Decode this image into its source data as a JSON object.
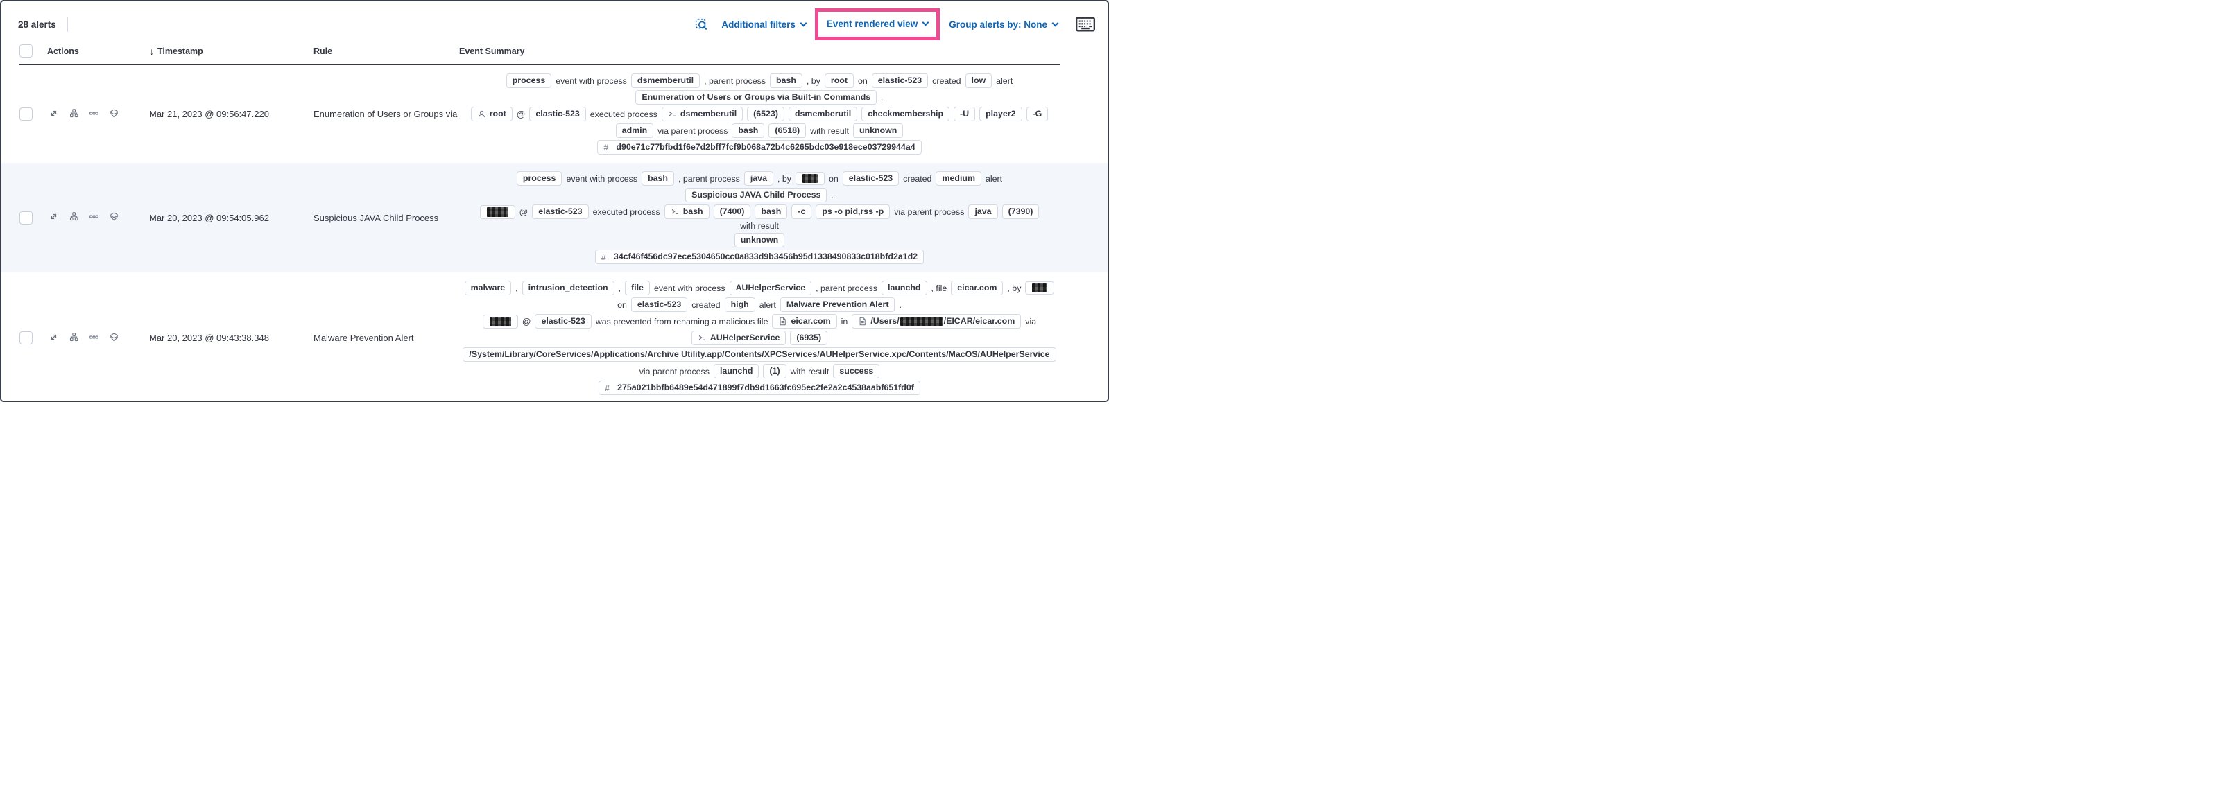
{
  "colors": {
    "accent_blue": "#0f65b5",
    "highlight_pink": "#ee4c92",
    "stripe_background": "#f3f6fb",
    "badge_border": "#d3dae6",
    "text_dark": "#343741"
  },
  "toolbar": {
    "alert_count": "28 alerts",
    "additional_filters_label": "Additional filters",
    "view_selector_label": "Event rendered view",
    "group_alerts_label": "Group alerts by: None",
    "icons": [
      "inspect-icon",
      "keyboard-icon"
    ]
  },
  "table": {
    "headers": {
      "actions": "Actions",
      "timestamp": "Timestamp",
      "rule": "Rule",
      "event_summary": "Event Summary",
      "sort_indicator": "↓"
    },
    "row_action_icons": [
      "expand-icon",
      "analyzer-icon",
      "more-actions-icon",
      "session-view-icon"
    ],
    "rows": [
      {
        "timestamp": "Mar 21, 2023 @ 09:56:47.220",
        "rule": "Enumeration of Users or Groups via Bui",
        "summary_lines": [
          [
            {
              "t": "badge",
              "v": "process"
            },
            {
              "t": "text",
              "v": "event with process"
            },
            {
              "t": "badge",
              "v": "dsmemberutil"
            },
            {
              "t": "text",
              "v": ", parent process"
            },
            {
              "t": "badge",
              "v": "bash"
            },
            {
              "t": "text",
              "v": ", by"
            },
            {
              "t": "badge",
              "v": "root"
            },
            {
              "t": "text",
              "v": "on"
            },
            {
              "t": "badge",
              "v": "elastic-523"
            },
            {
              "t": "text",
              "v": "created"
            },
            {
              "t": "badge",
              "v": "low"
            },
            {
              "t": "text",
              "v": "alert"
            }
          ],
          [
            {
              "t": "badge",
              "v": "Enumeration of Users or Groups via Built-in Commands"
            },
            {
              "t": "text",
              "v": "."
            }
          ],
          [
            {
              "t": "badge",
              "v": "root",
              "icon": "user-icon"
            },
            {
              "t": "text",
              "v": "@"
            },
            {
              "t": "badge",
              "v": "elastic-523"
            },
            {
              "t": "text",
              "v": "executed process"
            },
            {
              "t": "badge",
              "v": "dsmemberutil",
              "icon": "terminal-icon"
            },
            {
              "t": "badge",
              "v": "(6523)"
            },
            {
              "t": "badge",
              "v": "dsmemberutil"
            },
            {
              "t": "badge",
              "v": "checkmembership"
            },
            {
              "t": "badge",
              "v": "-U"
            },
            {
              "t": "badge",
              "v": "player2"
            },
            {
              "t": "badge",
              "v": "-G"
            }
          ],
          [
            {
              "t": "badge",
              "v": "admin"
            },
            {
              "t": "text",
              "v": "via parent process"
            },
            {
              "t": "badge",
              "v": "bash"
            },
            {
              "t": "badge",
              "v": "(6518)"
            },
            {
              "t": "text",
              "v": "with result"
            },
            {
              "t": "badge",
              "v": "unknown"
            }
          ],
          [
            {
              "t": "badge",
              "v": "d90e71c77bfbd1f6e7d2bff7fcf9b068a72b4c6265bdc03e918ece03729944a4",
              "icon": "hash-icon"
            }
          ]
        ]
      },
      {
        "timestamp": "Mar 20, 2023 @ 09:54:05.962",
        "rule": "Suspicious JAVA Child Process",
        "summary_lines": [
          [
            {
              "t": "badge",
              "v": "process"
            },
            {
              "t": "text",
              "v": "event with process"
            },
            {
              "t": "badge",
              "v": "bash"
            },
            {
              "t": "text",
              "v": ", parent process"
            },
            {
              "t": "badge",
              "v": "java"
            },
            {
              "t": "text",
              "v": ", by"
            },
            {
              "t": "badge",
              "redact": "sm"
            },
            {
              "t": "text",
              "v": "on"
            },
            {
              "t": "badge",
              "v": "elastic-523"
            },
            {
              "t": "text",
              "v": "created"
            },
            {
              "t": "badge",
              "v": "medium"
            },
            {
              "t": "text",
              "v": "alert"
            }
          ],
          [
            {
              "t": "badge",
              "v": "Suspicious JAVA Child Process"
            },
            {
              "t": "text",
              "v": "."
            }
          ],
          [
            {
              "t": "badge",
              "redact": "md"
            },
            {
              "t": "text",
              "v": "@"
            },
            {
              "t": "badge",
              "v": "elastic-523"
            },
            {
              "t": "text",
              "v": "executed process"
            },
            {
              "t": "badge",
              "v": "bash",
              "icon": "terminal-icon"
            },
            {
              "t": "badge",
              "v": "(7400)"
            },
            {
              "t": "badge",
              "v": "bash"
            },
            {
              "t": "badge",
              "v": "-c"
            },
            {
              "t": "badge",
              "v": "ps -o pid,rss -p"
            },
            {
              "t": "text",
              "v": "via parent process"
            },
            {
              "t": "badge",
              "v": "java"
            },
            {
              "t": "badge",
              "v": "(7390)"
            },
            {
              "t": "text",
              "v": "with result"
            }
          ],
          [
            {
              "t": "badge",
              "v": "unknown"
            }
          ],
          [
            {
              "t": "badge",
              "v": "34cf46f456dc97ece5304650cc0a833d9b3456b95d1338490833c018bfd2a1d2",
              "icon": "hash-icon"
            }
          ]
        ]
      },
      {
        "timestamp": "Mar 20, 2023 @ 09:43:38.348",
        "rule": "Malware Prevention Alert",
        "summary_lines": [
          [
            {
              "t": "badge",
              "v": "malware"
            },
            {
              "t": "text",
              "v": ","
            },
            {
              "t": "badge",
              "v": "intrusion_detection"
            },
            {
              "t": "text",
              "v": ","
            },
            {
              "t": "badge",
              "v": "file"
            },
            {
              "t": "text",
              "v": "event with process"
            },
            {
              "t": "badge",
              "v": "AUHelperService"
            },
            {
              "t": "text",
              "v": ", parent process"
            },
            {
              "t": "badge",
              "v": "launchd"
            },
            {
              "t": "text",
              "v": ", file"
            },
            {
              "t": "badge",
              "v": "eicar.com"
            },
            {
              "t": "text",
              "v": ", by"
            },
            {
              "t": "badge",
              "redact": "sm"
            }
          ],
          [
            {
              "t": "text",
              "v": "on"
            },
            {
              "t": "badge",
              "v": "elastic-523"
            },
            {
              "t": "text",
              "v": "created"
            },
            {
              "t": "badge",
              "v": "high"
            },
            {
              "t": "text",
              "v": "alert"
            },
            {
              "t": "badge",
              "v": "Malware Prevention Alert"
            },
            {
              "t": "text",
              "v": "."
            }
          ],
          [
            {
              "t": "badge",
              "redact": "md"
            },
            {
              "t": "text",
              "v": "@"
            },
            {
              "t": "badge",
              "v": "elastic-523"
            },
            {
              "t": "text",
              "v": "was prevented from renaming a malicious file"
            },
            {
              "t": "badge",
              "v": "eicar.com",
              "icon": "file-icon"
            },
            {
              "t": "text",
              "v": "in"
            },
            {
              "t": "badge",
              "icon": "file-icon",
              "parts": [
                {
                  "v": "/Users/"
                },
                {
                  "redact": "lg"
                },
                {
                  "v": "/EICAR/eicar.com"
                }
              ]
            },
            {
              "t": "text",
              "v": "via"
            }
          ],
          [
            {
              "t": "badge",
              "v": "AUHelperService",
              "icon": "terminal-icon"
            },
            {
              "t": "badge",
              "v": "(6935)"
            }
          ],
          [
            {
              "t": "badge",
              "v": "/System/Library/CoreServices/Applications/Archive Utility.app/Contents/XPCServices/AUHelperService.xpc/Contents/MacOS/AUHelperService"
            }
          ],
          [
            {
              "t": "text",
              "v": "via parent process"
            },
            {
              "t": "badge",
              "v": "launchd"
            },
            {
              "t": "badge",
              "v": "(1)"
            },
            {
              "t": "text",
              "v": "with result"
            },
            {
              "t": "badge",
              "v": "success"
            }
          ],
          [
            {
              "t": "badge",
              "v": "275a021bbfb6489e54d471899f7db9d1663fc695ec2fe2a2c4538aabf651fd0f",
              "icon": "hash-icon"
            }
          ]
        ]
      }
    ]
  }
}
